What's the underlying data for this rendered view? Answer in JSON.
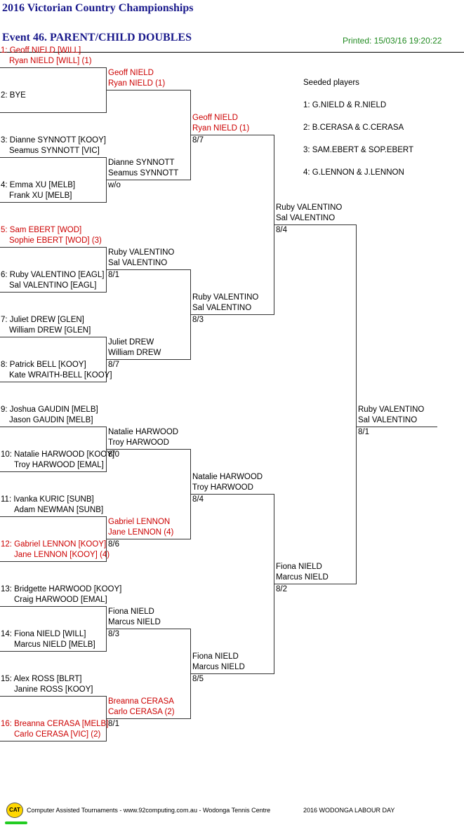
{
  "header": {
    "title": "2016 Victorian Country Championships",
    "event": "Event 46. PARENT/CHILD DOUBLES",
    "printed": "Printed: 15/03/16 19:20:22"
  },
  "seeds": {
    "heading": "Seeded players",
    "items": [
      "1: G.NIELD & R.NIELD",
      "2: B.CERASA & C.CERASA",
      "3: SAM.EBERT & SOP.EBERT",
      "4: G.LENNON & J.LENNON"
    ]
  },
  "round1": [
    {
      "l1": "1: Geoff NIELD [WILL]",
      "l2": "Ryan NIELD [WILL] (1)",
      "seeded": true
    },
    {
      "l1": "2: BYE",
      "l2": "",
      "seeded": false
    },
    {
      "l1": "3: Dianne SYNNOTT [KOOY]",
      "l2": "Seamus SYNNOTT [VIC]",
      "seeded": false
    },
    {
      "l1": "4: Emma XU [MELB]",
      "l2": "Frank XU [MELB]",
      "seeded": false
    },
    {
      "l1": "5: Sam EBERT [WOD]",
      "l2": "Sophie EBERT [WOD] (3)",
      "seeded": true
    },
    {
      "l1": "6: Ruby VALENTINO [EAGL]",
      "l2": "Sal VALENTINO [EAGL]",
      "seeded": false
    },
    {
      "l1": "7: Juliet DREW [GLEN]",
      "l2": "William DREW [GLEN]",
      "seeded": false
    },
    {
      "l1": "8: Patrick BELL [KOOY]",
      "l2": "Kate WRAITH-BELL [KOOY]",
      "seeded": false
    },
    {
      "l1": "9: Joshua GAUDIN [MELB]",
      "l2": "Jason GAUDIN [MELB]",
      "seeded": false
    },
    {
      "l1": "10: Natalie HARWOOD [KOOY]",
      "l2": "Troy HARWOOD [EMAL]",
      "seeded": false
    },
    {
      "l1": "11: Ivanka KURIC [SUNB]",
      "l2": "Adam NEWMAN [SUNB]",
      "seeded": false
    },
    {
      "l1": "12: Gabriel LENNON [KOOY]",
      "l2": "Jane LENNON [KOOY] (4)",
      "seeded": true
    },
    {
      "l1": "13: Bridgette HARWOOD [KOOY]",
      "l2": "Craig HARWOOD [EMAL]",
      "seeded": false
    },
    {
      "l1": "14: Fiona NIELD [WILL]",
      "l2": "Marcus NIELD [MELB]",
      "seeded": false
    },
    {
      "l1": "15: Alex ROSS [BLRT]",
      "l2": "Janine ROSS [KOOY]",
      "seeded": false
    },
    {
      "l1": "16: Breanna CERASA [MELB]",
      "l2": "Carlo CERASA [VIC] (2)",
      "seeded": true
    }
  ],
  "round2": [
    {
      "l1": "Geoff NIELD",
      "l2": "Ryan NIELD (1)",
      "score": "",
      "seeded": true
    },
    {
      "l1": "Dianne SYNNOTT",
      "l2": "Seamus SYNNOTT",
      "score": "w/o",
      "seeded": false
    },
    {
      "l1": "Ruby VALENTINO",
      "l2": "Sal VALENTINO",
      "score": "8/1",
      "seeded": false
    },
    {
      "l1": "Juliet DREW",
      "l2": "William DREW",
      "score": "8/7",
      "seeded": false
    },
    {
      "l1": "Natalie HARWOOD",
      "l2": "Troy HARWOOD",
      "score": "8/0",
      "seeded": false
    },
    {
      "l1": "Gabriel LENNON",
      "l2": "Jane LENNON (4)",
      "score": "8/6",
      "seeded": true
    },
    {
      "l1": "Fiona NIELD",
      "l2": "Marcus NIELD",
      "score": "8/3",
      "seeded": false
    },
    {
      "l1": "Breanna CERASA",
      "l2": "Carlo CERASA (2)",
      "score": "8/1",
      "seeded": true
    }
  ],
  "round3": [
    {
      "l1": "Geoff NIELD",
      "l2": "Ryan NIELD (1)",
      "score": "8/7",
      "seeded": true
    },
    {
      "l1": "Ruby VALENTINO",
      "l2": "Sal VALENTINO",
      "score": "8/3",
      "seeded": false
    },
    {
      "l1": "Natalie HARWOOD",
      "l2": "Troy HARWOOD",
      "score": "8/4",
      "seeded": false
    },
    {
      "l1": "Fiona NIELD",
      "l2": "Marcus NIELD",
      "score": "8/5",
      "seeded": false
    }
  ],
  "round4": [
    {
      "l1": "Ruby VALENTINO",
      "l2": "Sal VALENTINO",
      "score": "8/4",
      "seeded": false
    },
    {
      "l1": "Fiona NIELD",
      "l2": "Marcus NIELD",
      "score": "8/2",
      "seeded": false
    }
  ],
  "final": {
    "l1": "Ruby VALENTINO",
    "l2": "Sal VALENTINO",
    "score": "8/1",
    "seeded": false
  },
  "footer": {
    "logo": "CAT",
    "text": "Computer Assisted Tournaments - www.92computing.com.au -  Wodonga Tennis Centre",
    "event": "2016 WODONGA LABOUR DAY"
  },
  "colors": {
    "seeded": "#cc0000",
    "title": "#1a1a8c",
    "printed": "#228b22"
  }
}
